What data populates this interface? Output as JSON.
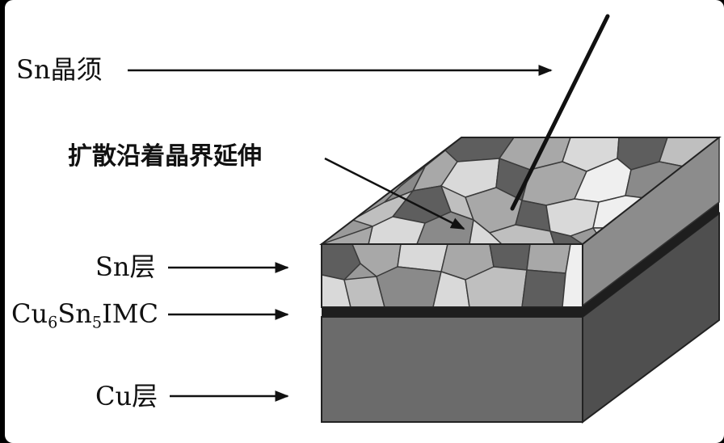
{
  "labels": {
    "whisker": "Sn晶须",
    "diffusion": "扩散沿着晶界延伸",
    "sn_layer": "Sn层",
    "imc_cu": "Cu",
    "imc_6": "6",
    "imc_sn": "Sn",
    "imc_5": "5",
    "imc_tail": "IMC",
    "cu_layer": "Cu层"
  },
  "colors": {
    "cu_front": "#6b6b6b",
    "cu_side": "#4f4f4f",
    "imc": "#1e1e1e",
    "sn_top": "#9a9a9a",
    "grain_light": "#d9d9d9",
    "grain_mid": "#a8a8a8",
    "grain_dark": "#5e5e5e"
  }
}
